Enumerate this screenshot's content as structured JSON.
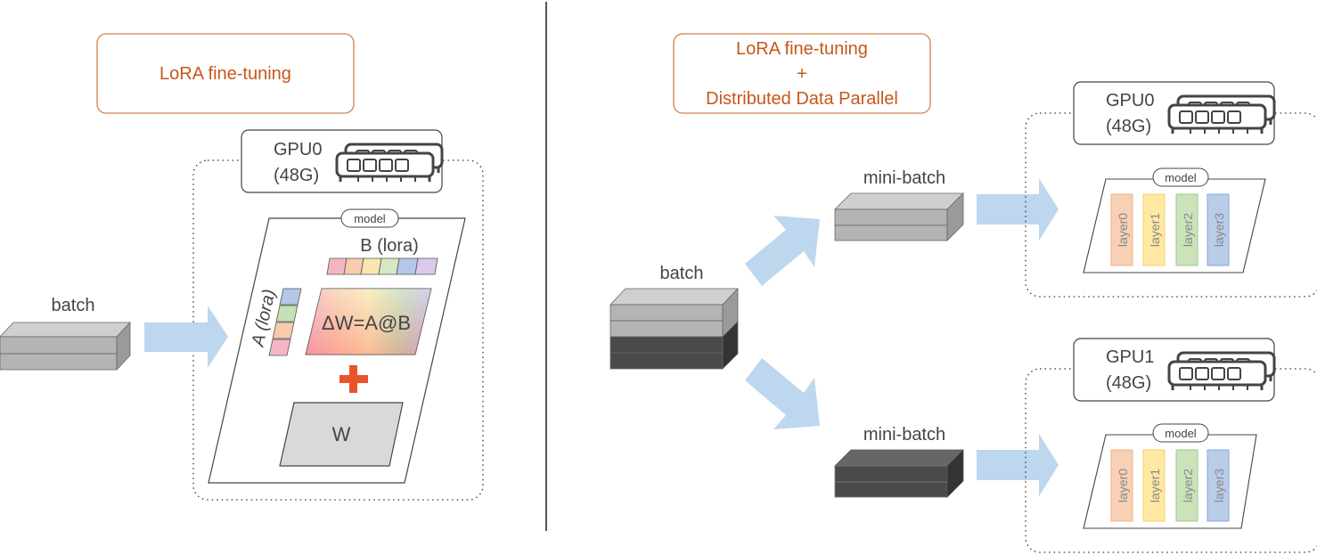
{
  "left": {
    "title": "LoRA fine-tuning",
    "gpu": {
      "name": "GPU0",
      "mem": "(48G)"
    },
    "model_label": "model",
    "batch_label": "batch",
    "b_label": "B (lora)",
    "a_label": "A (lora)",
    "delta_label": "ΔW=A@B",
    "w_label": "W"
  },
  "right": {
    "title_line1": "LoRA fine-tuning",
    "title_line2": "+",
    "title_line3": "Distributed Data Parallel",
    "batch_label": "batch",
    "mini_batch_top": "mini-batch",
    "mini_batch_bottom": "mini-batch",
    "gpus": [
      {
        "name": "GPU0",
        "mem": "(48G)",
        "model_label": "model",
        "layers": [
          "layer0",
          "layer1",
          "layer2",
          "layer3"
        ]
      },
      {
        "name": "GPU1",
        "mem": "(48G)",
        "model_label": "model",
        "layers": [
          "layer0",
          "layer1",
          "layer2",
          "layer3"
        ]
      }
    ]
  },
  "colors": {
    "title_text": "#c5581a",
    "title_border": "#d2804e",
    "arrow": "#bdd7ee",
    "plus": "#e8552a",
    "gray_block": "#b4b4b4",
    "dark_block": "#4a4a4a",
    "layer0": "#f8cbad",
    "layer1": "#ffe699",
    "layer2": "#c5e0b4",
    "layer3": "#b4c7e7"
  }
}
